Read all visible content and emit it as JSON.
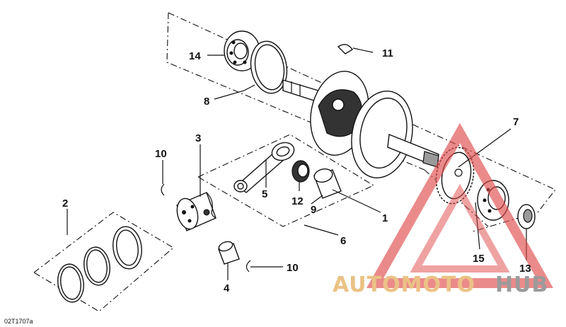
{
  "diagram": {
    "reference_code": "02T1707a",
    "callouts": [
      {
        "id": "callout-1",
        "number": "1"
      },
      {
        "id": "callout-2",
        "number": "2"
      },
      {
        "id": "callout-3",
        "number": "3"
      },
      {
        "id": "callout-4",
        "number": "4"
      },
      {
        "id": "callout-5",
        "number": "5"
      },
      {
        "id": "callout-6",
        "number": "6"
      },
      {
        "id": "callout-7",
        "number": "7"
      },
      {
        "id": "callout-8",
        "number": "8"
      },
      {
        "id": "callout-9",
        "number": "9"
      },
      {
        "id": "callout-10a",
        "number": "10"
      },
      {
        "id": "callout-10b",
        "number": "10"
      },
      {
        "id": "callout-11",
        "number": "11"
      },
      {
        "id": "callout-12",
        "number": "12"
      },
      {
        "id": "callout-13",
        "number": "13"
      },
      {
        "id": "callout-14",
        "number": "14"
      },
      {
        "id": "callout-15",
        "number": "15"
      }
    ]
  },
  "watermark": {
    "brand_part1": "AUTOMOTO",
    "brand_part2": "HUB",
    "color_primary": "#e8b870",
    "color_secondary": "#8a8a8a",
    "triangle_color": "#e04848"
  }
}
